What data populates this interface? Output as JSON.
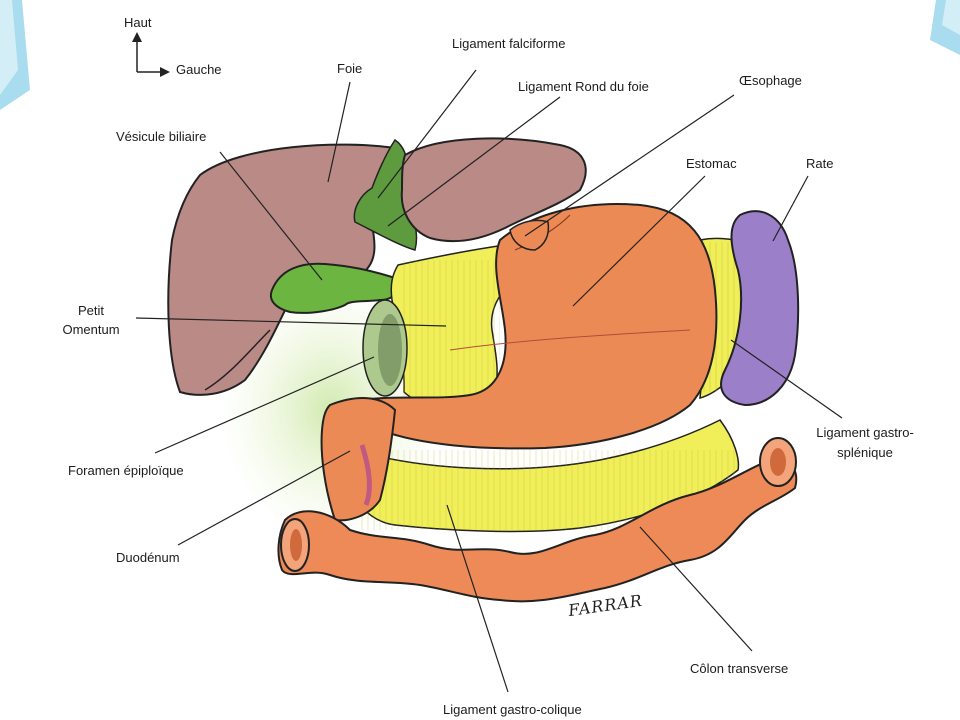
{
  "orientation": {
    "up": "Haut",
    "left": "Gauche"
  },
  "labels": {
    "foie": "Foie",
    "ligament_falciforme": "Ligament falciforme",
    "ligament_rond": "Ligament Rond du foie",
    "oesophage": "Œsophage",
    "vesicule": "Vésicule biliaire",
    "estomac": "Estomac",
    "rate": "Rate",
    "petit_omentum_1": "Petit",
    "petit_omentum_2": "Omentum",
    "foramen": "Foramen épiploïque",
    "gastro_splenique_1": "Ligament gastro-",
    "gastro_splenique_2": "splénique",
    "duodenum": "Duodénum",
    "colon": "Côlon transverse",
    "gastro_colique": "Ligament gastro-colique"
  },
  "signature": "FARRAR",
  "colors": {
    "liver": "#b98a86",
    "gallbladder": "#6bb540",
    "stomach": "#ec8a55",
    "omentum": "#f0ef5a",
    "spleen": "#9b7fc9",
    "ligament": "#5e9a3e",
    "colon": "#ee8a58",
    "slide_accent": "#8fd2e8"
  }
}
